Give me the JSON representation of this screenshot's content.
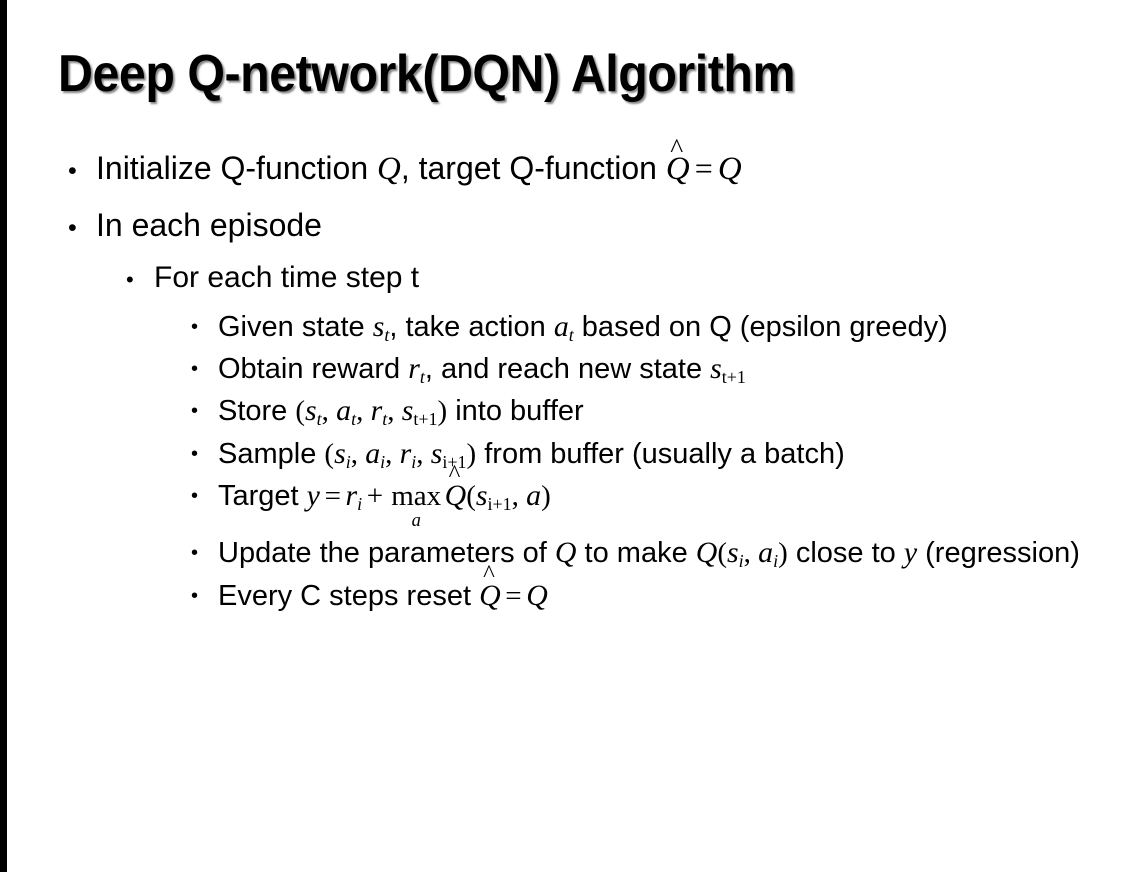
{
  "slide": {
    "title": "Deep Q-network(DQN) Algorithm",
    "background_color": "#ffffff",
    "text_color": "#000000",
    "edge_bar_color": "#000000",
    "bullet_glyph": "•"
  },
  "bullets": {
    "b1_prefix": "Initialize Q-function ",
    "b1_var_q1": "Q",
    "b1_middle": ", target Q-function ",
    "b1_qhat": "Q",
    "b1_hat": "̂",
    "b1_eq": "=",
    "b1_var_q2": "Q",
    "b2": "In each episode",
    "b3": "For each time step t",
    "b4_prefix": "Given state ",
    "b4_s": "s",
    "b4_s_sub": "t",
    "b4_middle": ", take action ",
    "b4_a": "a",
    "b4_a_sub": "t",
    "b4_suffix": " based on Q (epsilon greedy)",
    "b5_prefix": "Obtain reward ",
    "b5_r": "r",
    "b5_r_sub": "t",
    "b5_middle": ", and reach new state ",
    "b5_s": "s",
    "b5_s_sub": "t+1",
    "b6_prefix": "Store ",
    "b6_open": "(",
    "b6_s1": "s",
    "b6_s1_sub": "t",
    "b6_comma1": ", ",
    "b6_a": "a",
    "b6_a_sub": "t",
    "b6_comma2": ", ",
    "b6_r": "r",
    "b6_r_sub": "t",
    "b6_comma3": ", ",
    "b6_s2": "s",
    "b6_s2_sub": "t+1",
    "b6_close": ")",
    "b6_suffix": " into buffer",
    "b7_prefix": "Sample ",
    "b7_open": "(",
    "b7_s1": "s",
    "b7_s1_sub": "i",
    "b7_comma1": ", ",
    "b7_a": "a",
    "b7_a_sub": "i",
    "b7_comma2": ", ",
    "b7_r": "r",
    "b7_r_sub": "i",
    "b7_comma3": ", ",
    "b7_s2": "s",
    "b7_s2_sub": "i+1",
    "b7_close": ")",
    "b7_suffix": " from buffer (usually a batch)",
    "b8_prefix": "Target ",
    "b8_y": "y",
    "b8_eq": "=",
    "b8_r": "r",
    "b8_r_sub": "i",
    "b8_plus": "+",
    "b8_max": "max",
    "b8_max_sub": "a",
    "b8_qhat": "Q",
    "b8_hat": "̂",
    "b8_open": "(",
    "b8_s": "s",
    "b8_s_sub": "i+1",
    "b8_comma": ", ",
    "b8_a": "a",
    "b8_close": ")",
    "b9_prefix": "Update the parameters of ",
    "b9_q1": "Q",
    "b9_middle": " to make ",
    "b9_q2": "Q",
    "b9_open": "(",
    "b9_s": "s",
    "b9_s_sub": "i",
    "b9_comma": ", ",
    "b9_a": "a",
    "b9_a_sub": "i",
    "b9_close": ")",
    "b9_mid2": " close to ",
    "b9_y": "y",
    "b9_suffix": " (regression)",
    "b10_prefix": "Every C steps reset ",
    "b10_qhat": "Q",
    "b10_hat": "̂",
    "b10_eq": "=",
    "b10_q": "Q"
  }
}
